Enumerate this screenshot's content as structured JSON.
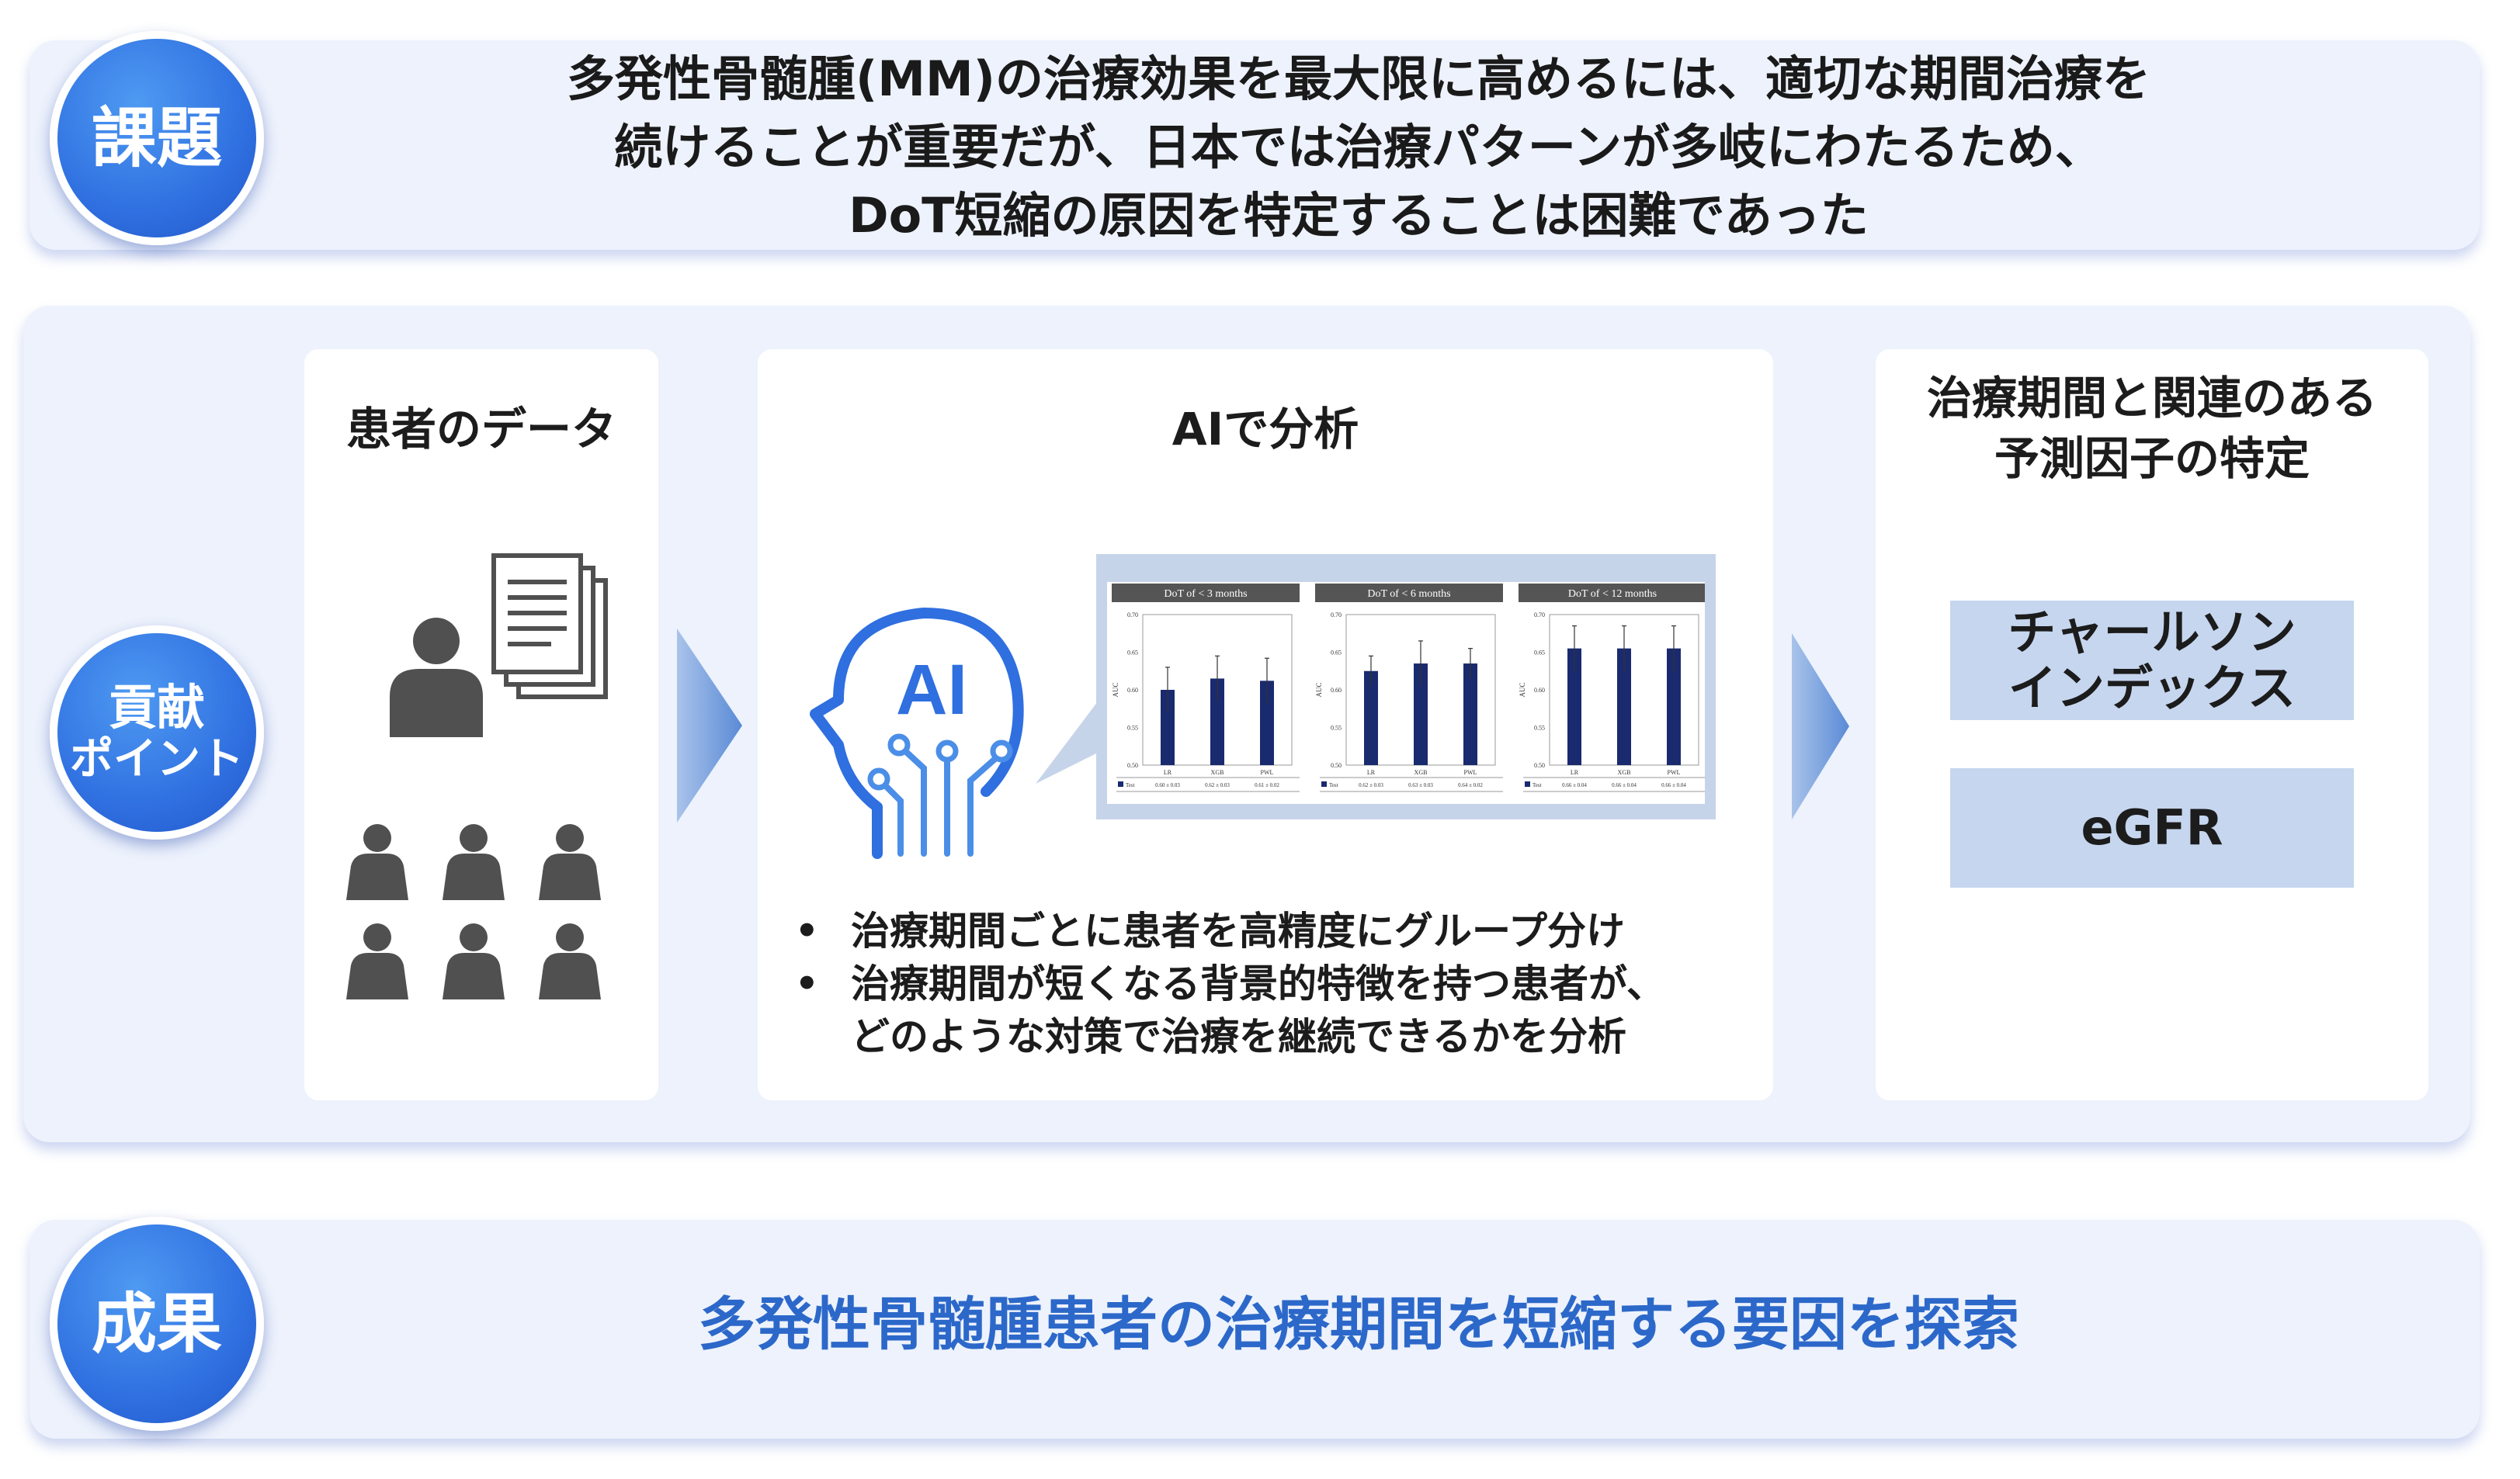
{
  "issue": {
    "badge": "課題",
    "text": "多発性骨髄腫(MM)の治療効果を最大限に高めるには、適切な期間治療を\n続けることが重要だが、日本では治療パターンが多岐にわたるため、\nDoT短縮の原因を特定することは困難であった"
  },
  "contribution": {
    "badge_line1": "貢献",
    "badge_line2": "ポイント",
    "patient_data": {
      "title": "患者のデータ"
    },
    "ai_analysis": {
      "title": "AIで分析",
      "ai_icon_text": "AI",
      "bullets": [
        "治療期間ごとに患者を高精度にグループ分け",
        "治療期間が短くなる背景的特徴を持つ患者が、\nどのような対策で治療を継続できるかを分析"
      ]
    },
    "predictors": {
      "title": "治療期間と関連のある\n予測因子の特定",
      "factors": [
        "チャールソン\nインデックス",
        "eGFR"
      ]
    }
  },
  "result": {
    "badge": "成果",
    "text": "多発性骨髄腫患者の治療期間を短縮する要因を探索"
  },
  "colors": {
    "accent_blue": "#2f6fe0",
    "result_text": "#2c68c9",
    "band_bg": "#edf2fc",
    "factor_bg": "#c6d6ef",
    "bar_color": "#1a2a6e",
    "icon_gray": "#505050",
    "arrow_blue": "#5a8ad6"
  },
  "icons": [
    "document-stack-icon",
    "presenter-icon",
    "people-group-icon",
    "ai-head-icon",
    "chevron-right-icon"
  ],
  "chart_data": [
    {
      "type": "bar",
      "title": "DoT of < 3 months",
      "categories": [
        "LR",
        "XGB",
        "PWL"
      ],
      "values": [
        0.6,
        0.615,
        0.612
      ],
      "errors": [
        0.03,
        0.03,
        0.03
      ],
      "ylabel": "AUC",
      "ylim": [
        0.5,
        0.7
      ],
      "yticks": [
        "0.70",
        "0.65",
        "0.60",
        "0.55",
        "0.50"
      ],
      "legend": "Test",
      "row_labels": [
        "0.60 ± 0.03",
        "0.62 ± 0.03",
        "0.61 ± 0.02"
      ]
    },
    {
      "type": "bar",
      "title": "DoT of < 6 months",
      "categories": [
        "LR",
        "XGB",
        "PWL"
      ],
      "values": [
        0.625,
        0.635,
        0.635
      ],
      "errors": [
        0.02,
        0.03,
        0.02
      ],
      "ylabel": "AUC",
      "ylim": [
        0.5,
        0.7
      ],
      "yticks": [
        "0.70",
        "0.65",
        "0.60",
        "0.55",
        "0.50"
      ],
      "legend": "Test",
      "row_labels": [
        "0.62 ± 0.03",
        "0.63 ± 0.03",
        "0.64 ± 0.02"
      ]
    },
    {
      "type": "bar",
      "title": "DoT of < 12 months",
      "categories": [
        "LR",
        "XGB",
        "PWL"
      ],
      "values": [
        0.655,
        0.655,
        0.655
      ],
      "errors": [
        0.03,
        0.03,
        0.03
      ],
      "ylabel": "AUC",
      "ylim": [
        0.5,
        0.7
      ],
      "yticks": [
        "0.70",
        "0.65",
        "0.60",
        "0.55",
        "0.50"
      ],
      "legend": "Test",
      "row_labels": [
        "0.66 ± 0.04",
        "0.66 ± 0.04",
        "0.66 ± 0.04"
      ]
    }
  ]
}
